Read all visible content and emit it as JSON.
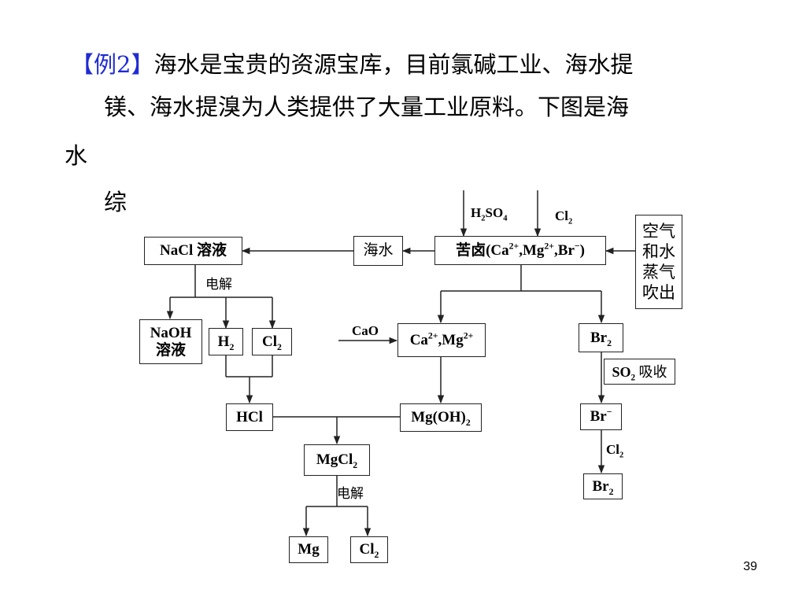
{
  "question": {
    "tag": "【例2】",
    "line1": "海水是宝贵的资源宝库，目前氯碱工业、海水提",
    "line2": "镁、海水提溴为人类提供了大量工业原料。下图是海",
    "line3": "水",
    "line4": "综"
  },
  "diagram": {
    "nacl": "NaCl 溶液",
    "seawater": "海水",
    "brine_prefix": "苦卤(Ca",
    "brine_mid1": ",Mg",
    "brine_mid2": ",Br",
    "brine_suffix": ")",
    "air": [
      "空气",
      "和水",
      "蒸气",
      "吹出"
    ],
    "naoh": [
      "NaOH",
      "溶液"
    ],
    "h2": "H",
    "cl2_a": "Cl",
    "ca_mg_a": "Ca",
    "ca_mg_b": ",Mg",
    "br2_top": "Br",
    "hcl": "HCl",
    "mgoh2_a": "Mg(OH)",
    "br_minus": "Br",
    "mgcl2_a": "MgCl",
    "mg": "Mg",
    "cl2_b": "Cl",
    "br2_bottom": "Br",
    "so2_box": "SO",
    "so2_suffix": " 吸收",
    "label_h2so4": "H",
    "label_h2so4_so4": "SO",
    "label_cl2_top": "Cl",
    "label_electrolysis_1": "电解",
    "label_cao": "CaO",
    "label_electrolysis_2": "电解",
    "label_cl2_bottom": "Cl",
    "sub2": "2",
    "sub4": "4",
    "sup2plus": "2+",
    "supminus": "−"
  },
  "page_number": "39"
}
